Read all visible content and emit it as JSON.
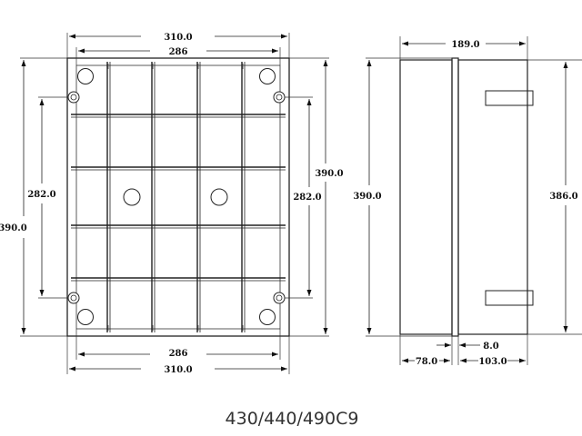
{
  "front_view": {
    "outer_width_top": "310.0",
    "inner_width_top": "286",
    "outer_height_left": "390.0",
    "hole_spacing_left": "282.0",
    "outer_height_right": "390.0",
    "hole_spacing_right": "282.0",
    "inner_width_bottom": "286",
    "outer_width_bottom": "310.0"
  },
  "side_view": {
    "depth_top": "189.0",
    "height_left": "390.0",
    "height_right": "386.0",
    "flange_thickness": "8.0",
    "front_depth": "78.0",
    "rear_depth": "103.0"
  },
  "caption": "430/440/490C9"
}
